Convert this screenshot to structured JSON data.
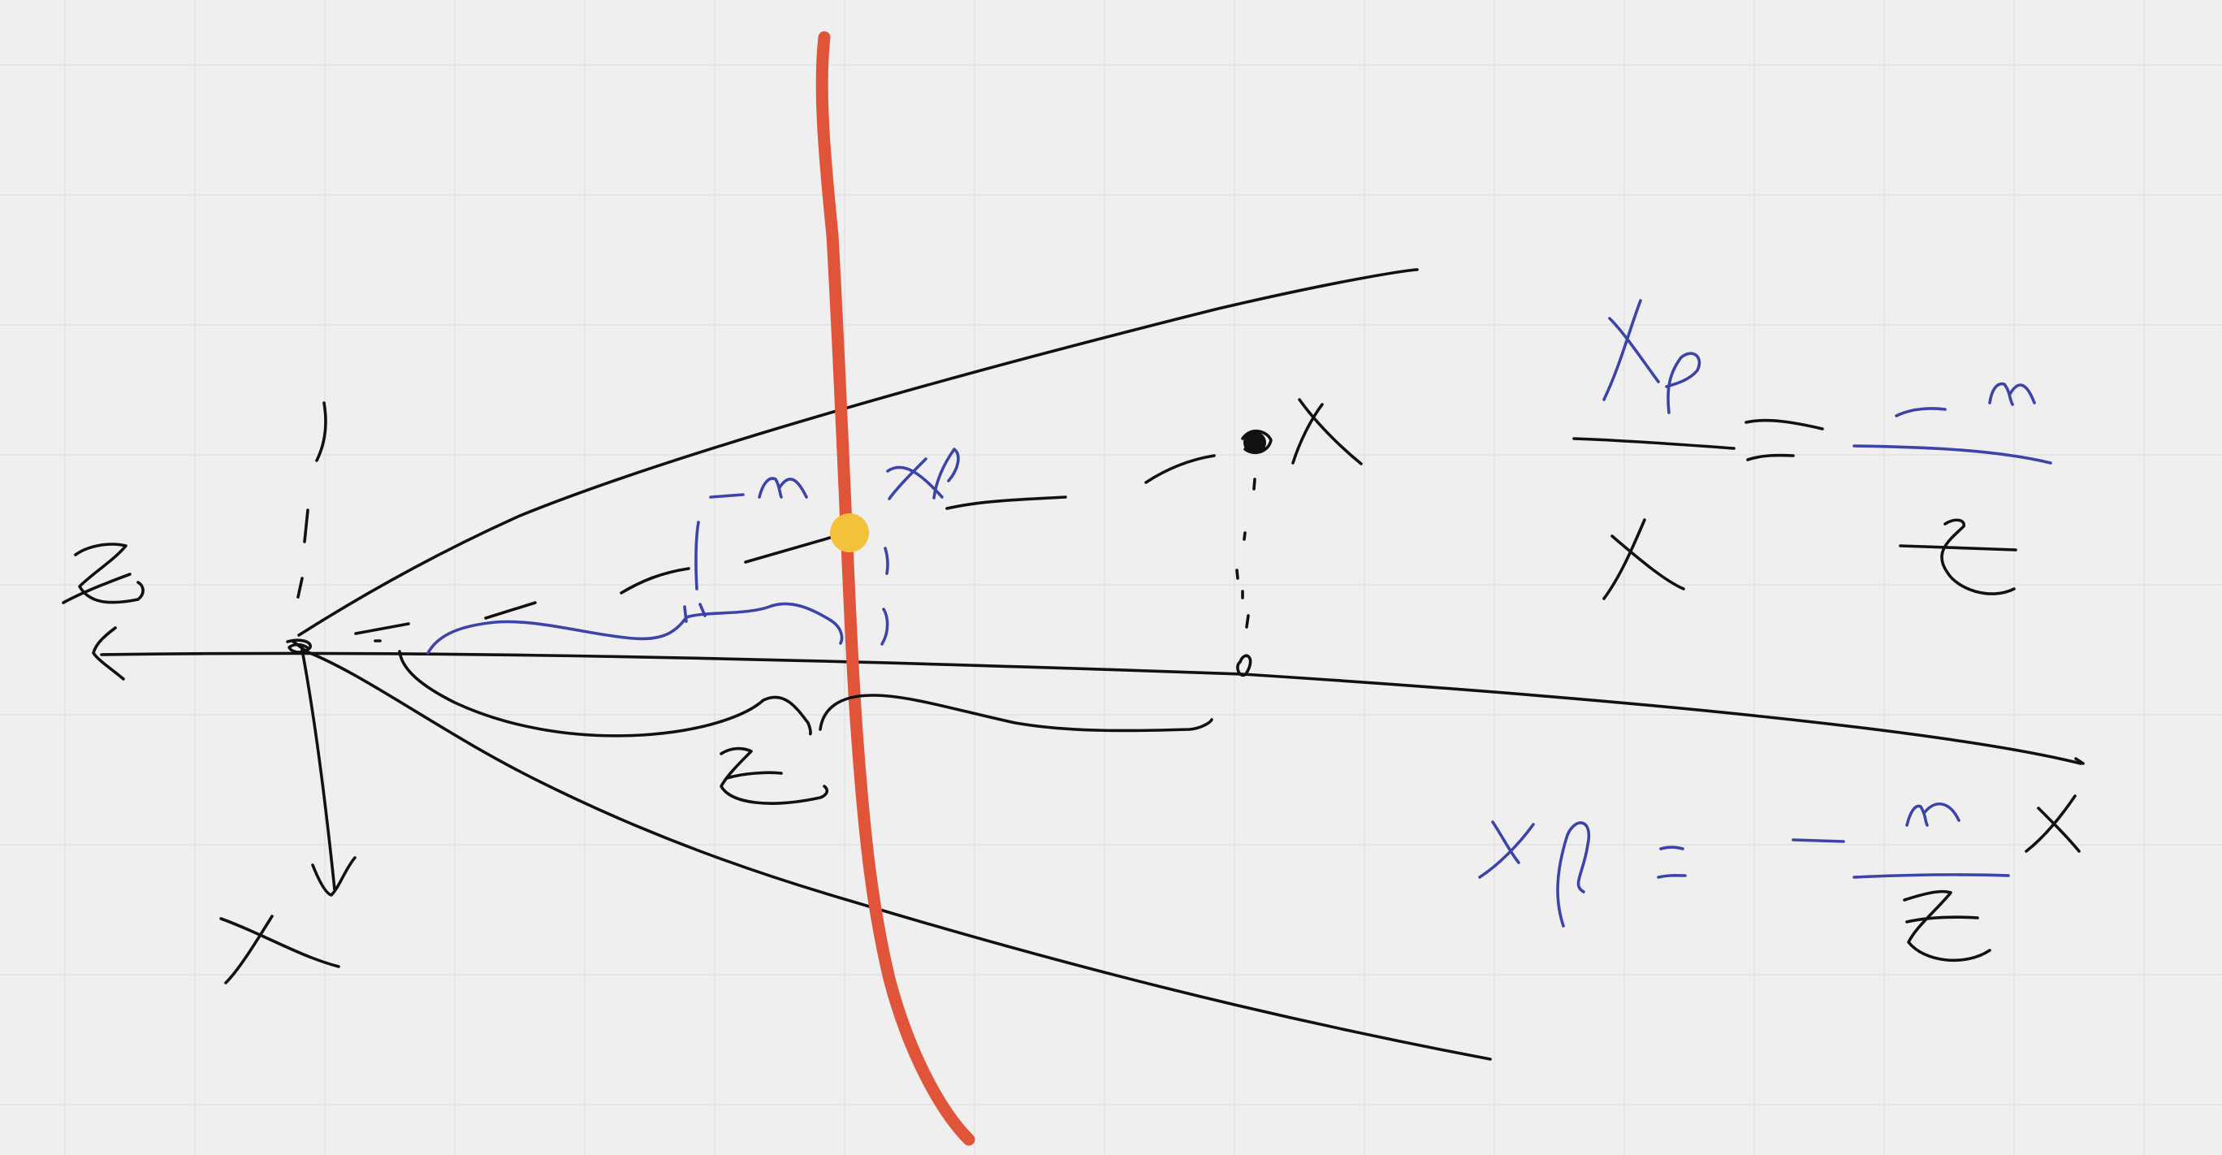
{
  "canvas": {
    "background": "#efefef",
    "grid_color": "#e2e2e2"
  },
  "colors": {
    "ink_black": "#111111",
    "ink_blue": "#3c44a8",
    "image_plane": "#e0553a",
    "projected_point": "#f2c23a"
  },
  "annotations": {
    "axis_z": "z",
    "axis_x": "x",
    "point_X": "X",
    "depth_Z": "Z",
    "neg_m": "-m",
    "xp": "xp"
  },
  "equations": {
    "ratio": {
      "lhs_num": "xp",
      "lhs_den": "X",
      "equals": "=",
      "rhs_num": "-m",
      "rhs_den": "Z"
    },
    "solved": {
      "lhs": "xp",
      "equals": "=",
      "num": "-m",
      "den": "Z",
      "factor": "X"
    }
  }
}
